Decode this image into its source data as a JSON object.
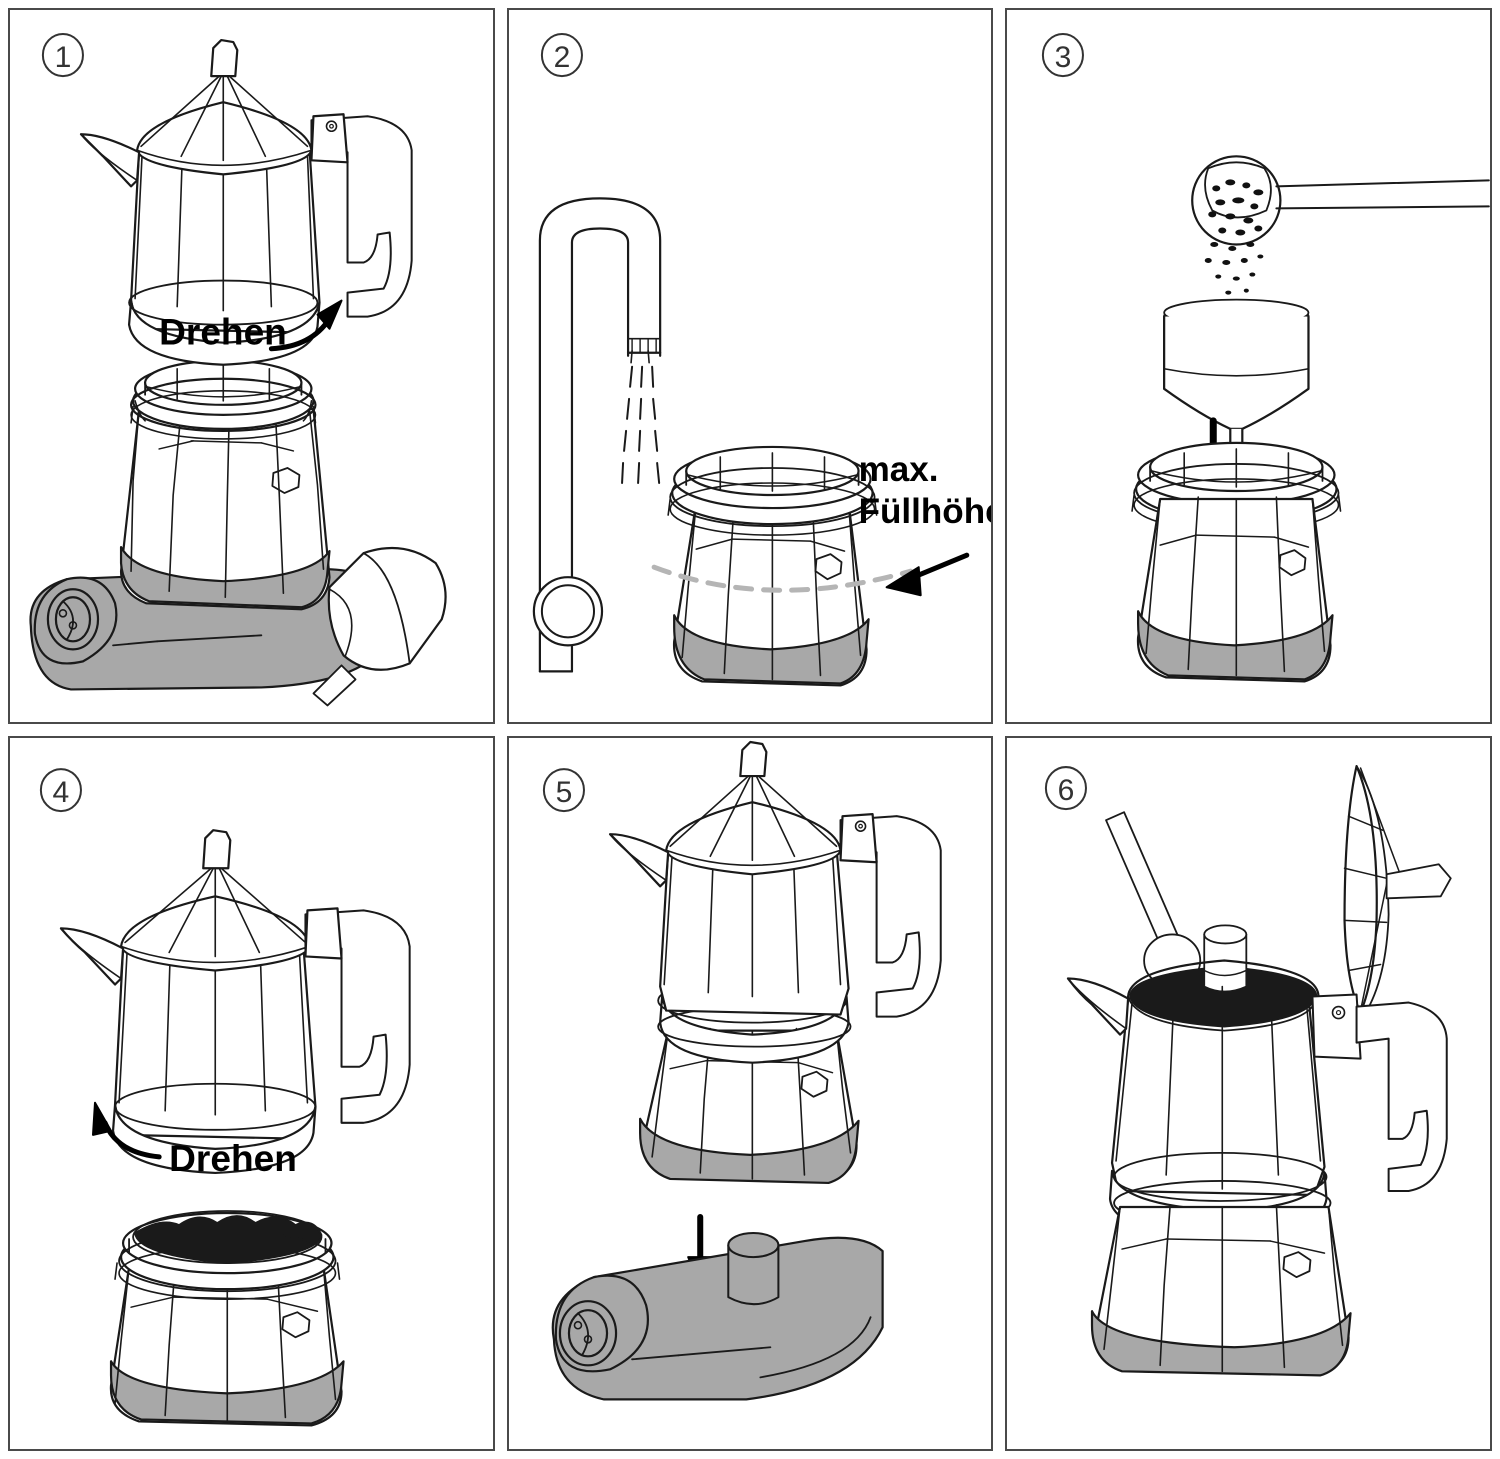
{
  "document": {
    "type": "instruction-diagram",
    "subject": "moka-pot-espresso-maker",
    "language": "de",
    "panel_count": 6,
    "layout": "3-columns-by-2-rows"
  },
  "colors": {
    "outline": "#1a1a1a",
    "panel_border": "#4a4a4a",
    "gray_fill": "#a8a8a8",
    "gray_fill_light": "#b8b8b8",
    "dashed_guide": "#b5b5b5",
    "coffee_black": "#1a1a1a",
    "background": "#ffffff",
    "step_number": "#333333"
  },
  "panels": [
    {
      "id": "panel-1",
      "number": "1",
      "action": "unscrew-upper-chamber",
      "labels": [
        {
          "text": "Drehen",
          "name": "drehen-label"
        }
      ],
      "parts": [
        "upper-chamber-with-lid",
        "handle",
        "spout",
        "filter-basket",
        "lower-boiler",
        "electric-base",
        "measuring-scoop"
      ],
      "arrow": {
        "name": "rotate-arrow-clockwise",
        "direction": "up-right-curved"
      }
    },
    {
      "id": "panel-2",
      "number": "2",
      "action": "fill-boiler-with-water",
      "labels": [
        {
          "text": "max.",
          "name": "max-label-line1"
        },
        {
          "text": "Füllhöhe",
          "name": "max-label-line2"
        }
      ],
      "parts": [
        "faucet",
        "water-stream",
        "lower-boiler",
        "safety-valve",
        "max-fill-dashed-line"
      ],
      "arrow": {
        "name": "max-fill-pointer-arrow",
        "direction": "left"
      }
    },
    {
      "id": "panel-3",
      "number": "3",
      "action": "add-ground-coffee-via-funnel",
      "labels": [],
      "parts": [
        "measuring-spoon",
        "coffee-grounds",
        "funnel",
        "filter-basket",
        "lower-boiler",
        "safety-valve"
      ],
      "arrow": {
        "name": "fill-down-arrow",
        "direction": "down"
      }
    },
    {
      "id": "panel-4",
      "number": "4",
      "action": "screw-upper-chamber-back-on",
      "labels": [
        {
          "text": "Drehen",
          "name": "drehen-label"
        }
      ],
      "parts": [
        "upper-chamber-with-lid",
        "handle",
        "spout",
        "filled-filter-basket",
        "lower-boiler",
        "safety-valve"
      ],
      "arrow": {
        "name": "rotate-arrow-counterclockwise",
        "direction": "up-left-curved"
      }
    },
    {
      "id": "panel-5",
      "number": "5",
      "action": "place-pot-on-electric-base",
      "labels": [],
      "parts": [
        "assembled-moka-pot",
        "handle",
        "spout",
        "safety-valve",
        "electric-base",
        "base-center-post",
        "power-switch"
      ],
      "arrow": {
        "name": "place-down-arrow",
        "direction": "down"
      }
    },
    {
      "id": "panel-6",
      "number": "6",
      "action": "open-lid-and-stir-brewed-coffee",
      "labels": [],
      "parts": [
        "assembled-moka-pot",
        "open-lid",
        "stirring-spoon",
        "brewed-coffee",
        "chimney-spout",
        "handle",
        "safety-valve"
      ],
      "arrow": null
    }
  ]
}
